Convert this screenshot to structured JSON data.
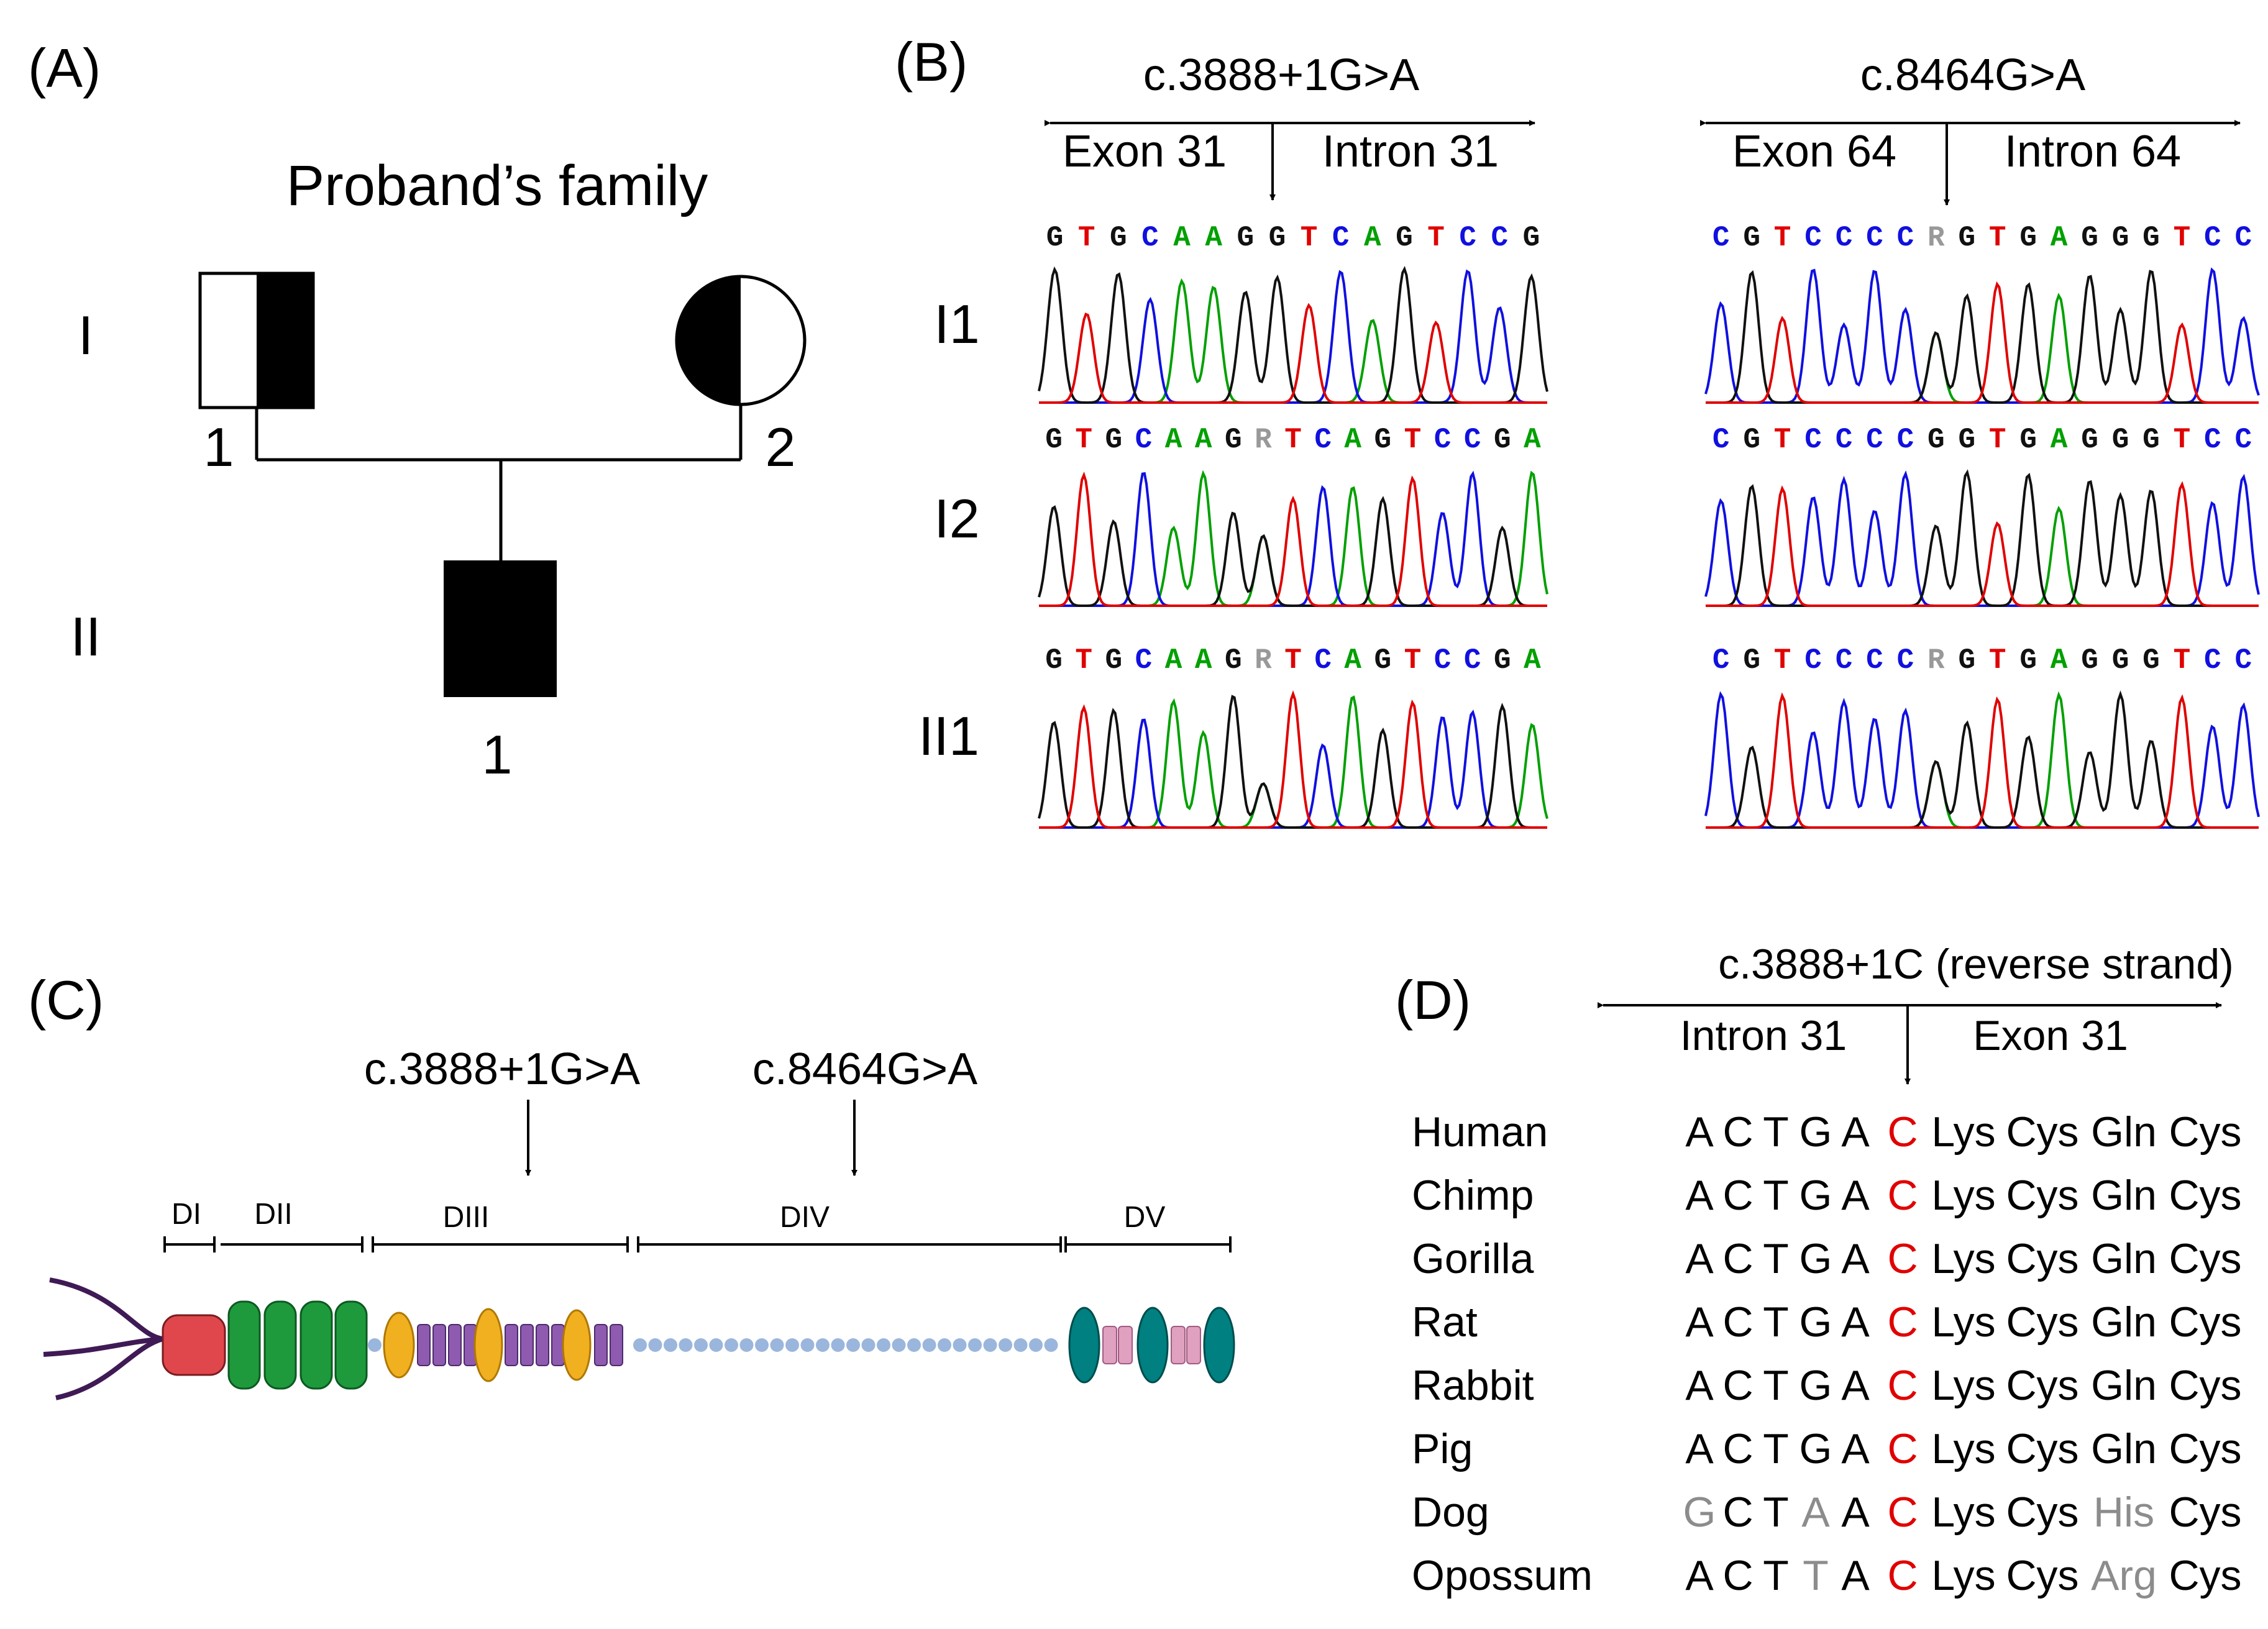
{
  "panels": {
    "a": {
      "label": "(A)",
      "title": "Proband’s family",
      "gen_1": "I",
      "gen_2": "II",
      "ind_father": "1",
      "ind_mother": "2",
      "ind_proband": "1"
    },
    "b": {
      "label": "(B)",
      "left_title": "c.3888+1G>A",
      "left_exon": "Exon 31",
      "left_intron": "Intron 31",
      "right_title": "c.8464G>A",
      "right_exon": "Exon 64",
      "right_intron": "Intron 64",
      "rows": [
        "I1",
        "I2",
        "II1"
      ],
      "left_seqs": [
        "GTGCAAGGTCAGTCCG",
        "GTGCAAGRTCAGTCCGA",
        "GTGCAAGRTCAGTCCGA"
      ],
      "right_seqs": [
        "CGTCCCCRGTGAGGGTCC",
        "CGTCCCCGGTGAGGGTCC",
        "CGTCCCCRGTGAGGGTCC"
      ]
    },
    "c": {
      "label": "(C)",
      "variant_1": "c.3888+1G>A",
      "variant_2": "c.8464G>A",
      "domains": [
        "DI",
        "DII",
        "DIII",
        "DIV",
        "DV"
      ]
    },
    "d": {
      "label": "(D)",
      "title": "c.3888+1C (reverse strand)",
      "intron": "Intron 31",
      "exon": "Exon 31",
      "species": [
        "Human",
        "Chimp",
        "Gorilla",
        "Rat",
        "Rabbit",
        "Pig",
        "Dog",
        "Opossum"
      ],
      "alignment": [
        [
          "A",
          "C",
          "T",
          "G",
          "A",
          "C",
          "Lys",
          "Cys",
          "Gln",
          "Cys"
        ],
        [
          "A",
          "C",
          "T",
          "G",
          "A",
          "C",
          "Lys",
          "Cys",
          "Gln",
          "Cys"
        ],
        [
          "A",
          "C",
          "T",
          "G",
          "A",
          "C",
          "Lys",
          "Cys",
          "Gln",
          "Cys"
        ],
        [
          "A",
          "C",
          "T",
          "G",
          "A",
          "C",
          "Lys",
          "Cys",
          "Gln",
          "Cys"
        ],
        [
          "A",
          "C",
          "T",
          "G",
          "A",
          "C",
          "Lys",
          "Cys",
          "Gln",
          "Cys"
        ],
        [
          "A",
          "C",
          "T",
          "G",
          "A",
          "C",
          "Lys",
          "Cys",
          "Gln",
          "Cys"
        ],
        [
          "G",
          "C",
          "T",
          "A",
          "A",
          "C",
          "Lys",
          "Cys",
          "His",
          "Cys"
        ],
        [
          "A",
          "C",
          "T",
          "T",
          "A",
          "C",
          "Lys",
          "Cys",
          "Arg",
          "Cys"
        ]
      ],
      "alignment_divergent": [
        [],
        [],
        [],
        [],
        [],
        [],
        [
          0,
          3,
          8
        ],
        [
          3,
          8
        ]
      ]
    }
  },
  "colors": {
    "A": "#00a000",
    "C": "#1010e0",
    "G": "#111111",
    "T": "#e00000",
    "R": "#999999",
    "highlight": "#e00000",
    "divergent": "#8c8c8c",
    "laminin_nt": "#e0474c",
    "egf": "#1e9a3c",
    "globular": "#f0b020",
    "egf_small": "#8e5bb0",
    "linker": "#9bb6dc",
    "g_domain": "#008080",
    "egf_pink": "#e0a0c0"
  }
}
